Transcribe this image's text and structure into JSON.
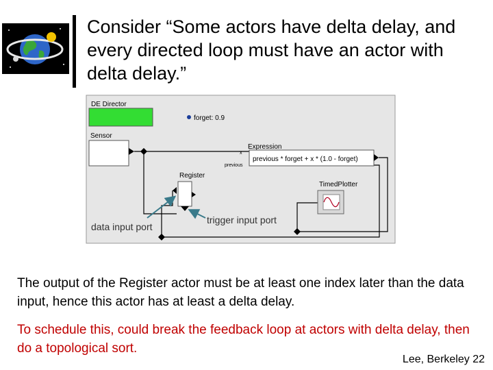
{
  "slide": {
    "title": "Consider “Some actors have delta delay, and every directed loop must have an actor with delta delay.”",
    "paragraph_1": "The output of the Register actor must be at least one index later than the data input, hence this actor has at least a delta delay.",
    "paragraph_2": "To schedule this, could break the feedback loop at actors with delta delay, then do a topological sort.",
    "footer": "Lee, Berkeley 22"
  },
  "diagram": {
    "director_label": "DE Director",
    "parameter_label": "forget: 0.9",
    "sensor_label": "Sensor",
    "expression_label": "Expression",
    "expression_text": "previous * forget + x * (1.0 - forget)",
    "port_x_label": "x",
    "port_previous_label": "previous",
    "register_label": "Register",
    "plotter_label": "TimedPlotter",
    "callout_data": "data input port",
    "callout_trigger": "trigger input port"
  },
  "colors": {
    "canvas_bg": "#e6e6e6",
    "director_green": "#33dd33",
    "parameter_dot": "#1a3d99",
    "callout_arrow": "#3a7a8a",
    "emphasis_red": "#c00000"
  }
}
